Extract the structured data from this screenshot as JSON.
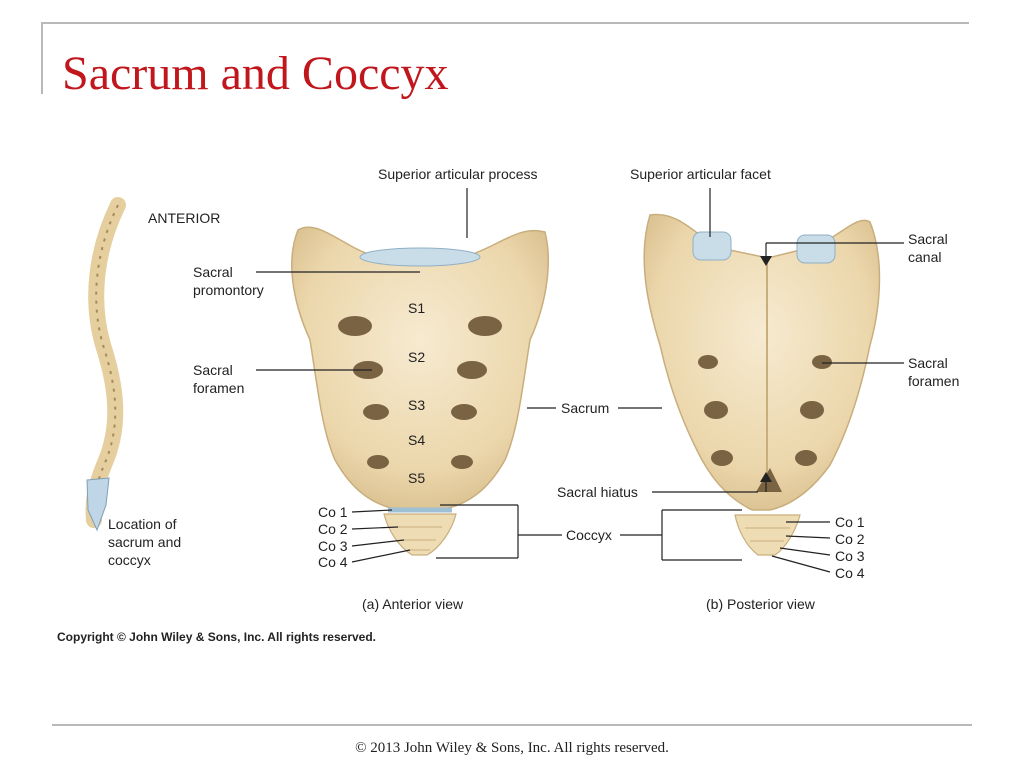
{
  "slide": {
    "title": "Sacrum and Coccyx",
    "footer": "© 2013 John Wiley & Sons, Inc. All rights reserved."
  },
  "figure": {
    "image_copyright": "Copyright © John Wiley & Sons, Inc. All rights reserved.",
    "spine_inset": {
      "orientation": "ANTERIOR",
      "caption_lines": [
        "Location of",
        "sacrum and",
        "coccyx"
      ]
    },
    "anterior": {
      "caption": "(a) Anterior view",
      "top_label": "Superior articular process",
      "promontory_lines": [
        "Sacral",
        "promontory"
      ],
      "foramen_lines": [
        "Sacral",
        "foramen"
      ],
      "segments": [
        "S1",
        "S2",
        "S3",
        "S4",
        "S5"
      ],
      "coccyx": [
        "Co 1",
        "Co 2",
        "Co 3",
        "Co 4"
      ]
    },
    "center": {
      "sacrum": "Sacrum",
      "hiatus": "Sacral hiatus",
      "coccyx": "Coccyx"
    },
    "posterior": {
      "caption": "(b) Posterior view",
      "top_label": "Superior articular facet",
      "canal_lines": [
        "Sacral",
        "canal"
      ],
      "foramen_lines": [
        "Sacral",
        "foramen"
      ],
      "coccyx": [
        "Co 1",
        "Co 2",
        "Co 3",
        "Co 4"
      ]
    }
  },
  "colors": {
    "title": "#c0161c",
    "bone": "#efdcb4",
    "bone_shadow": "#d7bd8c",
    "foramen": "#7a6343",
    "cartilage": "#c9dde8"
  }
}
